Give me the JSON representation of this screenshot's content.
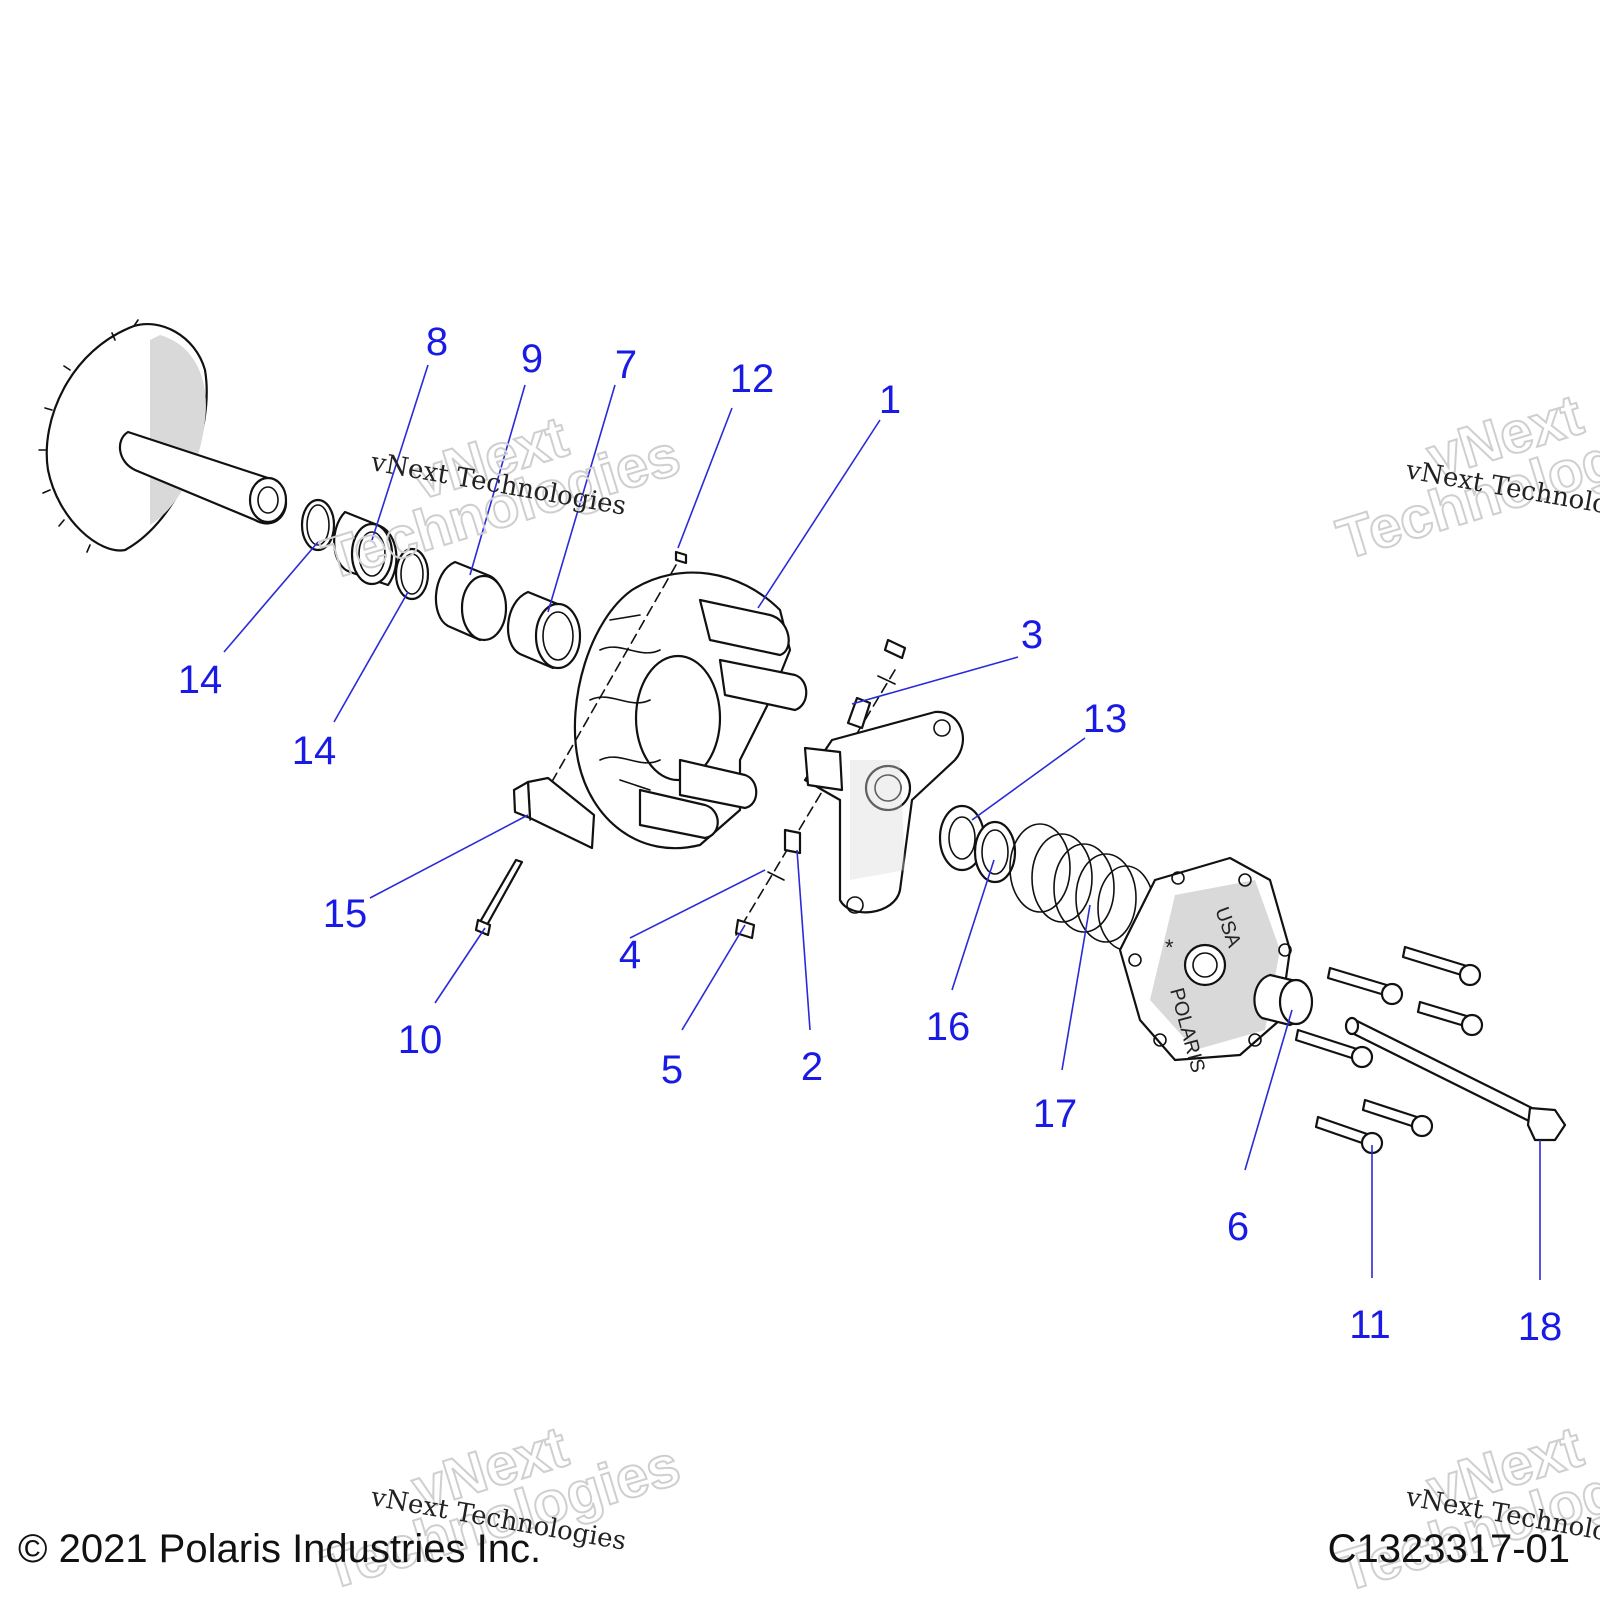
{
  "callouts": [
    {
      "label": "8"
    },
    {
      "label": "9"
    },
    {
      "label": "7"
    },
    {
      "label": "12"
    },
    {
      "label": "1"
    },
    {
      "label": "3"
    },
    {
      "label": "13"
    },
    {
      "label": "14"
    },
    {
      "label": "14"
    },
    {
      "label": "15"
    },
    {
      "label": "4"
    },
    {
      "label": "16"
    },
    {
      "label": "17"
    },
    {
      "label": "10"
    },
    {
      "label": "5"
    },
    {
      "label": "2"
    },
    {
      "label": "6"
    },
    {
      "label": "11"
    },
    {
      "label": "18"
    }
  ],
  "plate_text": {
    "top": "USA",
    "bottom": "POLARIS",
    "star": "*"
  },
  "watermarks": {
    "serif_text": "vNext Technologies",
    "outline_line1": "vNext",
    "outline_line2": "Technologies"
  },
  "footer": {
    "copyright": "© 2021 Polaris Industries Inc.",
    "code": "C1323317-01"
  }
}
